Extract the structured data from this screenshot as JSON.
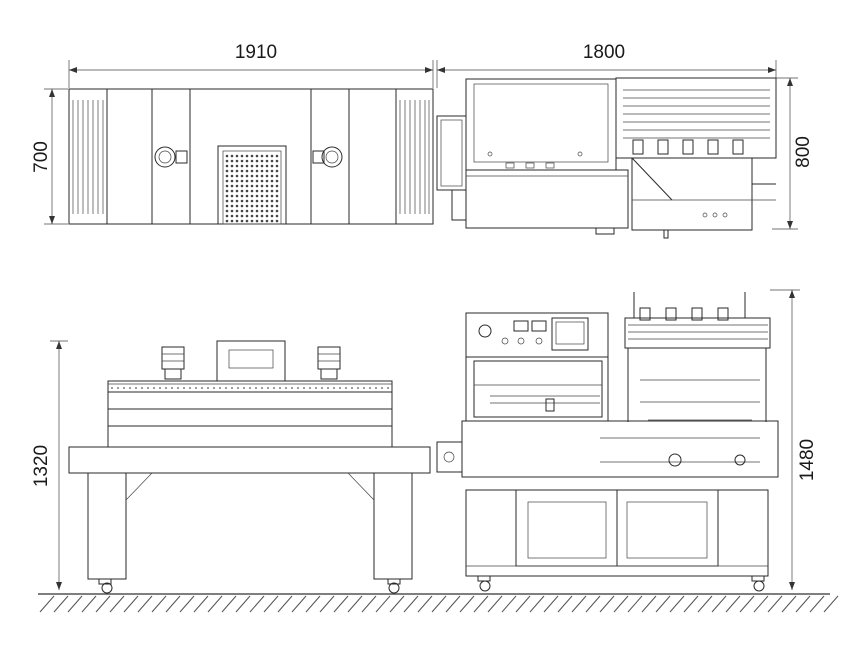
{
  "dimensions": {
    "top_tunnel_length": "1910",
    "top_sealer_length": "1800",
    "top_tunnel_width": "700",
    "top_sealer_width": "800",
    "front_tunnel_height": "1320",
    "front_sealer_height": "1480"
  },
  "colors": {
    "line": "#2a2a2a",
    "background": "#ffffff",
    "hatch": "#555555"
  }
}
